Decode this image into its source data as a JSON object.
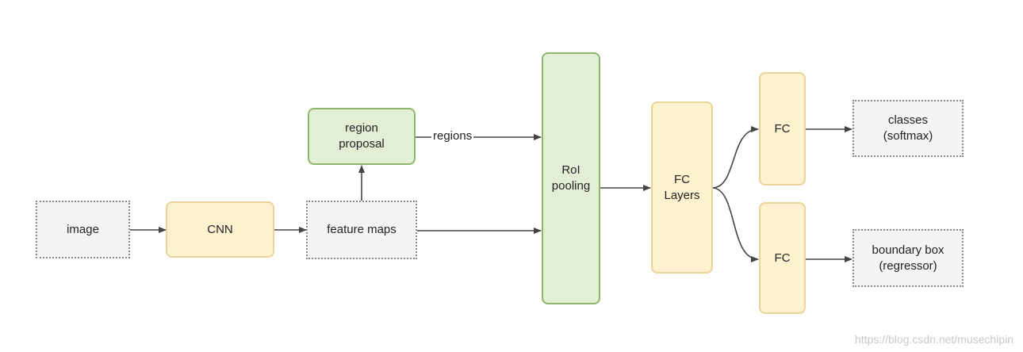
{
  "nodes": {
    "image": "image",
    "cnn": "CNN",
    "feature_maps": "feature maps",
    "region_proposal": "region\nproposal",
    "roi_pooling": "RoI\npooling",
    "fc_layers": "FC\nLayers",
    "fc_top": "FC",
    "fc_bottom": "FC",
    "classes": "classes\n(softmax)",
    "boundary_box": "boundary box\n(regressor)"
  },
  "edge_labels": {
    "regions": "regions"
  },
  "watermark": "https://blog.csdn.net/musechipin",
  "colors": {
    "yellow_fill": "#fdf2cf",
    "yellow_border": "#e8d497",
    "green_fill": "#e2efd6",
    "green_border": "#8cb86e",
    "dashed_fill": "#f4f4f4",
    "arrow": "#444444"
  }
}
